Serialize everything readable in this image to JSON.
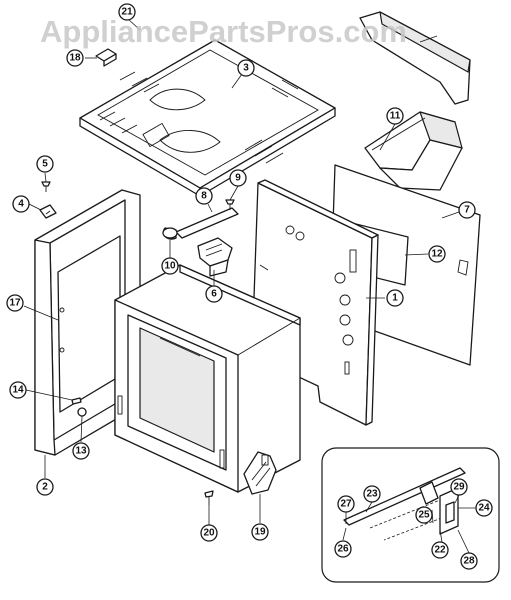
{
  "watermark": "AppliancePartsPros.com",
  "callouts": [
    {
      "id": "c1",
      "label": "1"
    },
    {
      "id": "c2",
      "label": "2"
    },
    {
      "id": "c3",
      "label": "3"
    },
    {
      "id": "c4",
      "label": "4"
    },
    {
      "id": "c5",
      "label": "5"
    },
    {
      "id": "c6",
      "label": "6"
    },
    {
      "id": "c7",
      "label": "7"
    },
    {
      "id": "c8",
      "label": "8"
    },
    {
      "id": "c9",
      "label": "9"
    },
    {
      "id": "c10",
      "label": "10"
    },
    {
      "id": "c11",
      "label": "11"
    },
    {
      "id": "c12",
      "label": "12"
    },
    {
      "id": "c13",
      "label": "13"
    },
    {
      "id": "c14",
      "label": "14"
    },
    {
      "id": "c17",
      "label": "17"
    },
    {
      "id": "c18",
      "label": "18"
    },
    {
      "id": "c19",
      "label": "19"
    },
    {
      "id": "c20",
      "label": "20"
    },
    {
      "id": "c21",
      "label": "21"
    },
    {
      "id": "c22",
      "label": "22"
    },
    {
      "id": "c23",
      "label": "23"
    },
    {
      "id": "c24",
      "label": "24"
    },
    {
      "id": "c25",
      "label": "25"
    },
    {
      "id": "c26",
      "label": "26"
    },
    {
      "id": "c27",
      "label": "27"
    },
    {
      "id": "c28",
      "label": "28"
    },
    {
      "id": "c29",
      "label": "29"
    }
  ]
}
